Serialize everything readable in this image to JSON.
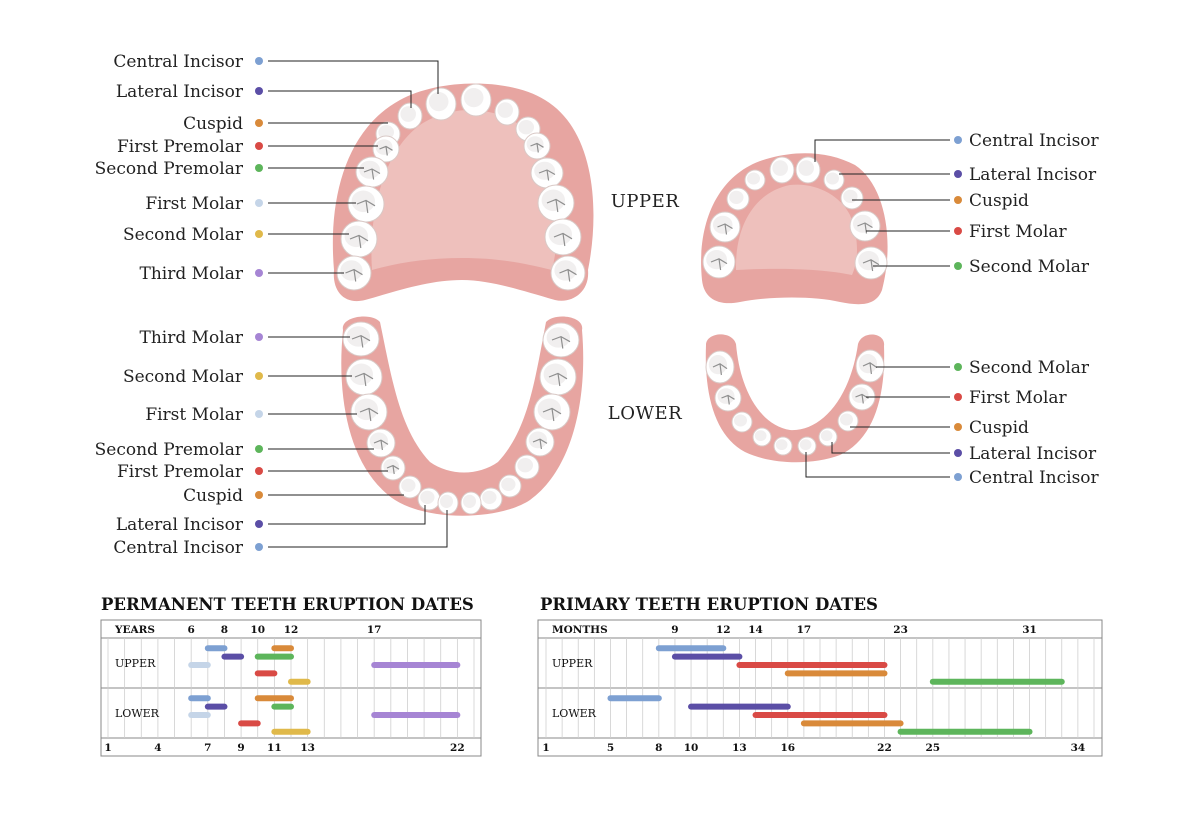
{
  "arch_labels": {
    "upper": "UPPER",
    "lower": "LOWER"
  },
  "colors": {
    "central_incisor": "#7da0d2",
    "lateral_incisor": "#5b4ea6",
    "cuspid": "#d98a3a",
    "first_premolar": "#d94a45",
    "second_premolar": "#5db55b",
    "first_molar": "#c5d5e8",
    "second_molar": "#e0b94a",
    "third_molar": "#a685d4",
    "gum": "#e7a5a1",
    "palate": "#eec0bc",
    "tooth": "#ffffff"
  },
  "permanent_upper_labels": [
    {
      "name": "Central Incisor",
      "color_key": "central_incisor"
    },
    {
      "name": "Lateral Incisor",
      "color_key": "lateral_incisor"
    },
    {
      "name": "Cuspid",
      "color_key": "cuspid"
    },
    {
      "name": "First Premolar",
      "color_key": "first_premolar"
    },
    {
      "name": "Second Premolar",
      "color_key": "second_premolar"
    },
    {
      "name": "First Molar",
      "color_key": "first_molar"
    },
    {
      "name": "Second Molar",
      "color_key": "second_molar"
    },
    {
      "name": "Third Molar",
      "color_key": "third_molar"
    }
  ],
  "permanent_lower_labels": [
    {
      "name": "Third Molar",
      "color_key": "third_molar"
    },
    {
      "name": "Second Molar",
      "color_key": "second_molar"
    },
    {
      "name": "First Molar",
      "color_key": "first_molar"
    },
    {
      "name": "Second Premolar",
      "color_key": "second_premolar"
    },
    {
      "name": "First Premolar",
      "color_key": "first_premolar"
    },
    {
      "name": "Cuspid",
      "color_key": "cuspid"
    },
    {
      "name": "Lateral Incisor",
      "color_key": "lateral_incisor"
    },
    {
      "name": "Central Incisor",
      "color_key": "central_incisor"
    }
  ],
  "primary_upper_labels": [
    {
      "name": "Central Incisor",
      "color_key": "central_incisor"
    },
    {
      "name": "Lateral Incisor",
      "color_key": "lateral_incisor"
    },
    {
      "name": "Cuspid",
      "color_key": "cuspid"
    },
    {
      "name": "First Molar",
      "color_key": "first_premolar"
    },
    {
      "name": "Second Molar",
      "color_key": "second_premolar"
    }
  ],
  "primary_lower_labels": [
    {
      "name": "Second Molar",
      "color_key": "second_premolar"
    },
    {
      "name": "First Molar",
      "color_key": "first_premolar"
    },
    {
      "name": "Cuspid",
      "color_key": "cuspid"
    },
    {
      "name": "Lateral Incisor",
      "color_key": "lateral_incisor"
    },
    {
      "name": "Central Incisor",
      "color_key": "central_incisor"
    }
  ],
  "chart_data": [
    {
      "type": "bar",
      "title": "PERMANENT TEETH ERUPTION DATES",
      "unit_label": "YEARS",
      "x_range": [
        1,
        23
      ],
      "top_ticks": [
        6,
        8,
        10,
        12,
        17
      ],
      "bottom_ticks": [
        1,
        4,
        7,
        9,
        11,
        13,
        22
      ],
      "row_labels": [
        "UPPER",
        "LOWER"
      ],
      "series": [
        {
          "arch": "upper",
          "tooth": "central_incisor",
          "start": 7,
          "end": 8
        },
        {
          "arch": "upper",
          "tooth": "lateral_incisor",
          "start": 8,
          "end": 9
        },
        {
          "arch": "upper",
          "tooth": "first_molar",
          "start": 6,
          "end": 7
        },
        {
          "arch": "upper",
          "tooth": "first_premolar",
          "start": 10,
          "end": 11
        },
        {
          "arch": "upper",
          "tooth": "second_molar",
          "start": 12,
          "end": 13
        },
        {
          "arch": "upper",
          "tooth": "cuspid",
          "start": 11,
          "end": 12
        },
        {
          "arch": "upper",
          "tooth": "second_premolar",
          "start": 10,
          "end": 12
        },
        {
          "arch": "upper",
          "tooth": "third_molar",
          "start": 17,
          "end": 22
        },
        {
          "arch": "lower",
          "tooth": "central_incisor",
          "start": 6,
          "end": 7
        },
        {
          "arch": "lower",
          "tooth": "lateral_incisor",
          "start": 7,
          "end": 8
        },
        {
          "arch": "lower",
          "tooth": "first_molar",
          "start": 6,
          "end": 7
        },
        {
          "arch": "lower",
          "tooth": "first_premolar",
          "start": 9,
          "end": 10
        },
        {
          "arch": "lower",
          "tooth": "second_molar",
          "start": 11,
          "end": 13
        },
        {
          "arch": "lower",
          "tooth": "cuspid",
          "start": 10,
          "end": 12
        },
        {
          "arch": "lower",
          "tooth": "second_premolar",
          "start": 11,
          "end": 12
        },
        {
          "arch": "lower",
          "tooth": "third_molar",
          "start": 17,
          "end": 22
        }
      ]
    },
    {
      "type": "bar",
      "title": "PRIMARY TEETH ERUPTION DATES",
      "unit_label": "MONTHS",
      "x_range": [
        1,
        35
      ],
      "top_ticks": [
        9,
        12,
        14,
        17,
        23,
        31
      ],
      "bottom_ticks": [
        1,
        5,
        8,
        10,
        13,
        16,
        22,
        25,
        34
      ],
      "row_labels": [
        "UPPER",
        "LOWER"
      ],
      "series": [
        {
          "arch": "upper",
          "tooth": "central_incisor",
          "start": 8,
          "end": 12
        },
        {
          "arch": "upper",
          "tooth": "lateral_incisor",
          "start": 9,
          "end": 13
        },
        {
          "arch": "upper",
          "tooth": "first_premolar",
          "start": 13,
          "end": 22
        },
        {
          "arch": "upper",
          "tooth": "cuspid",
          "start": 16,
          "end": 22
        },
        {
          "arch": "upper",
          "tooth": "second_premolar",
          "start": 25,
          "end": 33
        },
        {
          "arch": "lower",
          "tooth": "central_incisor",
          "start": 5,
          "end": 8
        },
        {
          "arch": "lower",
          "tooth": "lateral_incisor",
          "start": 10,
          "end": 16
        },
        {
          "arch": "lower",
          "tooth": "first_premolar",
          "start": 14,
          "end": 22
        },
        {
          "arch": "lower",
          "tooth": "cuspid",
          "start": 17,
          "end": 23
        },
        {
          "arch": "lower",
          "tooth": "second_premolar",
          "start": 23,
          "end": 31
        }
      ]
    }
  ]
}
